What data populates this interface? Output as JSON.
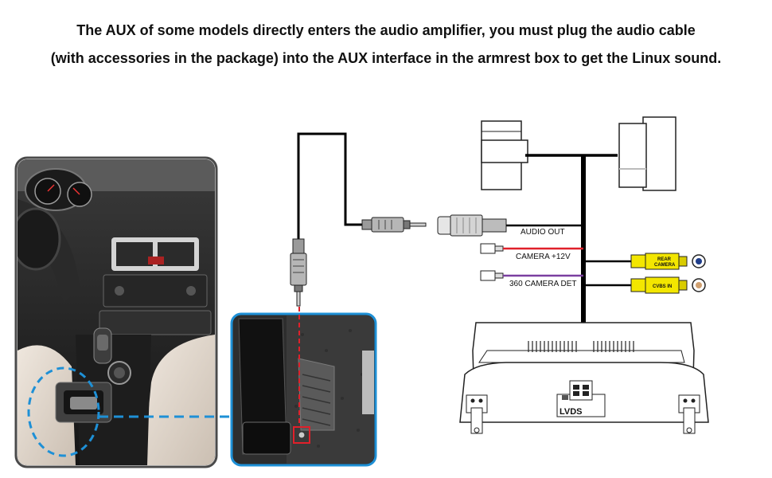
{
  "caption": {
    "line1": "The AUX of some models directly enters the audio amplifier, you must plug the audio cable",
    "line2": "(with accessories in the package) into the AUX interface in the armrest box to get the Linux sound."
  },
  "labels": {
    "audio_out": "AUDIO OUT",
    "camera_12v": "CAMERA +12V",
    "camera_det": "360 CAMERA DET",
    "rear_camera_1": "REAR",
    "rear_camera_2": "CAMERA",
    "cvbs_in": "CVBS IN",
    "lvds": "LVDS"
  },
  "colors": {
    "callout_blue": "#1e90d6",
    "wire_red": "#e0202a",
    "wire_purple": "#7b3fa0",
    "rca_yellow": "#f3e600",
    "rca_blue_center": "#1f3d8a",
    "rca_tan_center": "#d0a070"
  }
}
